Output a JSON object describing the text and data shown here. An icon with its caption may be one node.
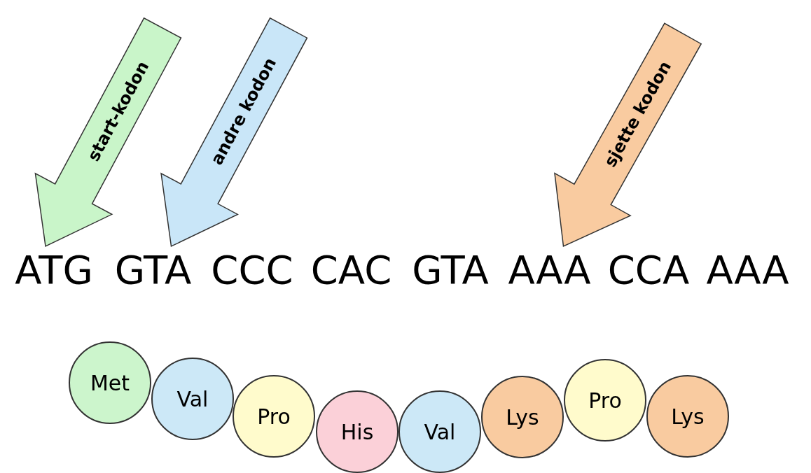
{
  "diagram": {
    "nodes": [
      {
        "text": [
          "ATG"
        ]
      },
      {
        "text": [
          "GTA"
        ]
      },
      {
        "text": [
          "CCC"
        ]
      },
      {
        "text": [
          "CAC"
        ]
      },
      {
        "text": [
          "GTA"
        ]
      },
      {
        "text": [
          "AAA"
        ]
      },
      {
        "text": [
          "CCA"
        ]
      },
      {
        "text": [
          "AAA"
        ]
      },
      {
        "text": [
          "Met"
        ]
      },
      {
        "text": [
          "Val"
        ]
      },
      {
        "text": [
          "Pro"
        ]
      },
      {
        "text": [
          "His"
        ]
      },
      {
        "text": [
          "Val"
        ]
      },
      {
        "text": [
          "Lys"
        ]
      },
      {
        "text": [
          "Pro"
        ]
      },
      {
        "text": [
          "Lys"
        ]
      }
    ],
    "edges": [
      {
        "from": null,
        "to": 0,
        "arrow": "to",
        "label": "start-kodon",
        "color": "#c9f5c9"
      },
      {
        "from": null,
        "to": 1,
        "arrow": "to",
        "label": "andre kodon",
        "color": "#c9e6f8"
      },
      {
        "from": null,
        "to": 5,
        "arrow": "to",
        "label": "sjette kodon",
        "color": "#f9cba0"
      }
    ]
  }
}
